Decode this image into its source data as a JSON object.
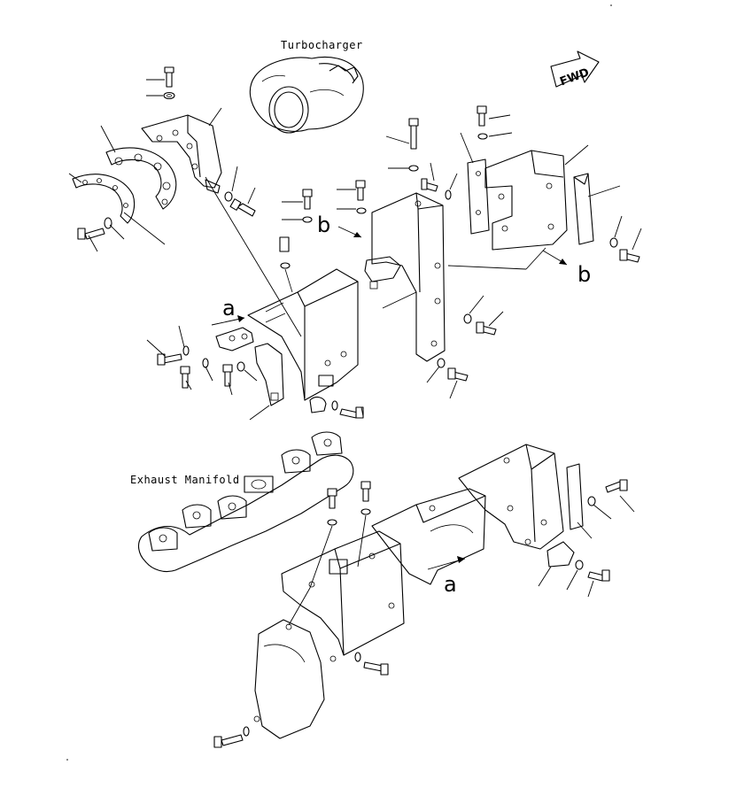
{
  "labels": {
    "turbocharger": "Turbocharger",
    "exhaust_manifold": "Exhaust Manifold",
    "forward": "FWD",
    "ref_a_upper": "a",
    "ref_a_lower": "a",
    "ref_b_left": "b",
    "ref_b_right": "b"
  }
}
